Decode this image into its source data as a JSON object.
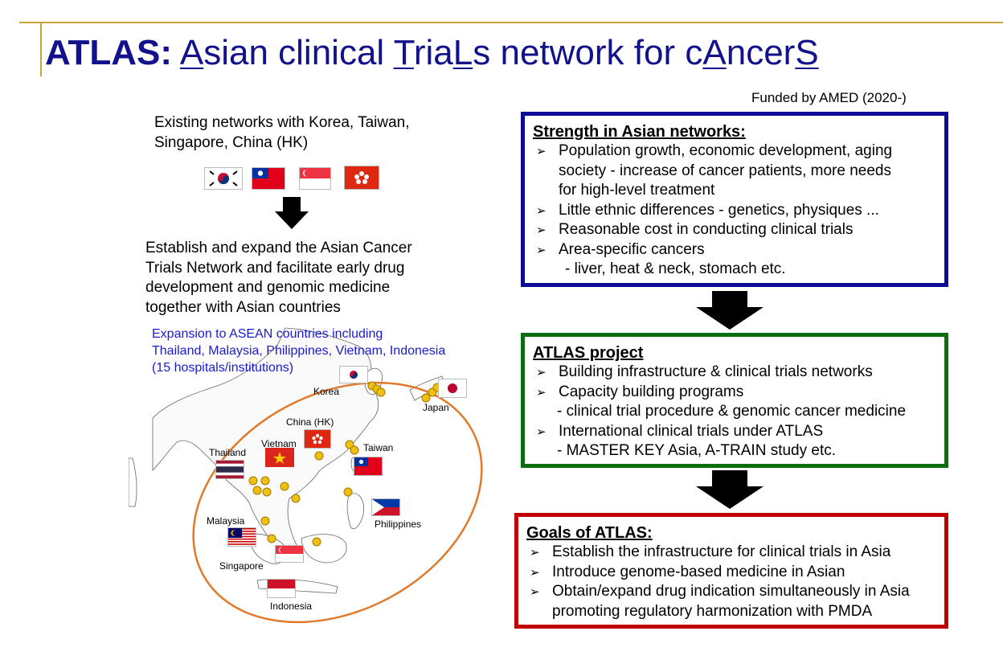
{
  "title": {
    "bold": "ATLAS:",
    "parts": [
      "A",
      "sian clinical ",
      "T",
      "ria",
      "L",
      "s network for c",
      "A",
      "ncer",
      "S"
    ]
  },
  "funded": "Funded by AMED (2020-)",
  "left": {
    "existing": [
      "Existing networks with Korea, Taiwan,",
      "Singapore, China (HK)"
    ],
    "establish": [
      "Establish and expand the Asian Cancer",
      "Trials Network and facilitate early drug",
      "development and genomic medicine",
      "together with Asian countries"
    ],
    "expansion": [
      "Expansion to ASEAN countries including",
      "Thailand, Malaysia, Philippines, Vietnam, Indonesia",
      "(15 hospitals/institutions)"
    ]
  },
  "map": {
    "labels": {
      "korea": "Korea",
      "japan": "Japan",
      "china": "China (HK)",
      "vietnam": "Vietnam",
      "taiwan": "Taiwan",
      "thailand": "Thailand",
      "philippines": "Philippines",
      "malaysia": "Malaysia",
      "singapore": "Singapore",
      "indonesia": "Indonesia"
    }
  },
  "strength": {
    "title": "Strength in Asian networks:",
    "items": [
      [
        "Population growth, economic development, aging",
        "society - increase of cancer patients, more needs",
        "for high-level treatment"
      ],
      [
        "Little ethnic differences - genetics, physiques ..."
      ],
      [
        "Reasonable cost in conducting clinical trials"
      ],
      [
        "Area-specific cancers"
      ]
    ],
    "sub": " - liver, heat & neck, stomach etc."
  },
  "project": {
    "title": "ATLAS project",
    "item1": "Building infrastructure & clinical trials networks",
    "item2": "Capacity building programs",
    "sub2": "- clinical trial procedure & genomic cancer medicine",
    "item3": "International clinical trials under ATLAS",
    "sub3": "- MASTER KEY Asia, A-TRAIN study etc."
  },
  "goals": {
    "title": "Goals of ATLAS:",
    "item1": "Establish the infrastructure for clinical trials in Asia",
    "item2": "Introduce genome-based medicine in Asian",
    "item3a": "Obtain/expand drug indication simultaneously in Asia",
    "item3b": "promoting regulatory harmonization with PMDA"
  },
  "colors": {
    "title": "#12128c",
    "frame": "#c8a63c",
    "blue_box": "#0c0c96",
    "green_box": "#0a6e10",
    "red_box": "#c00000",
    "orbit": "#e07a2a",
    "dot": "#f0c010"
  }
}
